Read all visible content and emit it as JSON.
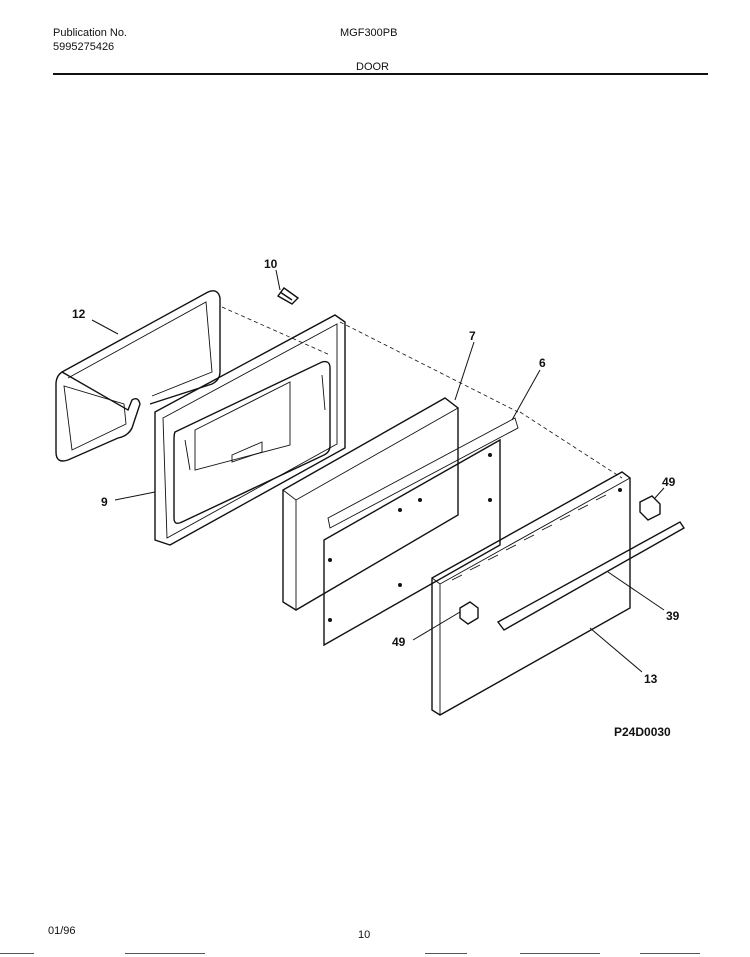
{
  "header": {
    "publication_label": "Publication No.",
    "publication_number": "5995275426",
    "model": "MGF300PB",
    "section": "DOOR"
  },
  "diagram": {
    "reference_code": "P24D0030",
    "callouts": {
      "gasket": "12",
      "screw": "10",
      "inner_door": "9",
      "insulation": "7",
      "liner": "6",
      "hinge_right": "49",
      "hinge_left": "49",
      "handle": "39",
      "outer_panel": "13"
    }
  },
  "footer": {
    "date": "01/96",
    "page": "10"
  }
}
